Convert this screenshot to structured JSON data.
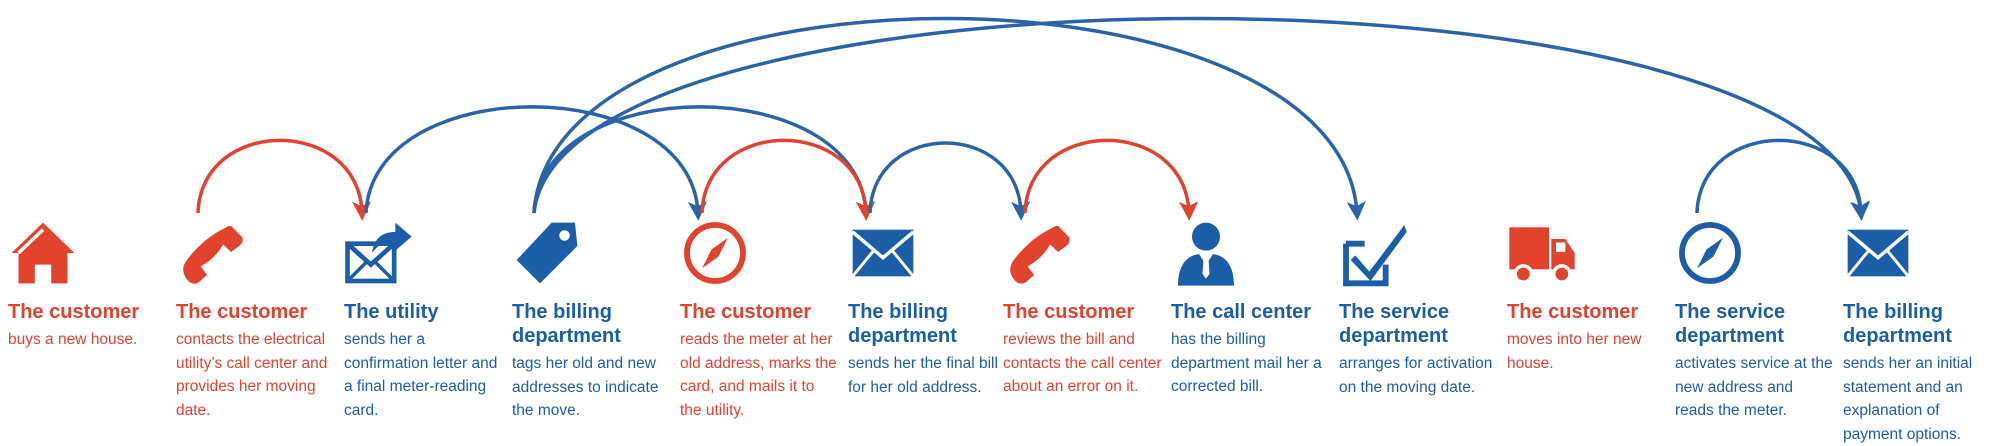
{
  "colors": {
    "red": "#e2432f",
    "blue": "#1c5da8",
    "arrow_red": "#e2432f",
    "arrow_blue": "#2a64a8"
  },
  "steps": [
    {
      "id": 1,
      "color": "red",
      "icon": "house-icon",
      "actor": "The customer",
      "text": "buys a new house."
    },
    {
      "id": 2,
      "color": "red",
      "icon": "phone-icon",
      "actor": "The customer",
      "text": "contacts the electrical utility’s call center and provides her moving date."
    },
    {
      "id": 3,
      "color": "blue",
      "icon": "envelope-send-icon",
      "actor": "The utility",
      "text": "sends her a confirmation letter and a final meter-reading card."
    },
    {
      "id": 4,
      "color": "blue",
      "icon": "tag-icon",
      "actor": "The billing department",
      "text": "tags her old and new addresses to indicate the move."
    },
    {
      "id": 5,
      "color": "red",
      "icon": "compass-icon",
      "actor": "The customer",
      "text": "reads the meter at her old address, marks the card, and mails it to the utility."
    },
    {
      "id": 6,
      "color": "blue",
      "icon": "envelope-icon",
      "actor": "The billing department",
      "text": "sends her the final bill for her old address."
    },
    {
      "id": 7,
      "color": "red",
      "icon": "phone-icon",
      "actor": "The customer",
      "text": "reviews the bill and contacts the call center about an error on it."
    },
    {
      "id": 8,
      "color": "blue",
      "icon": "person-icon",
      "actor": "The call center",
      "text": "has the billing department mail her a corrected bill."
    },
    {
      "id": 9,
      "color": "blue",
      "icon": "checkbox-icon",
      "actor": "The service department",
      "text": "arranges for activation on the moving date."
    },
    {
      "id": 10,
      "color": "red",
      "icon": "truck-icon",
      "actor": "The customer",
      "text": "moves into her new house."
    },
    {
      "id": 11,
      "color": "blue",
      "icon": "compass-icon",
      "actor": "The service department",
      "text": "activates service at the new address and reads the meter."
    },
    {
      "id": 12,
      "color": "blue",
      "icon": "envelope-icon",
      "actor": "The billing department",
      "text": "sends her an initial statement and an explanation of payment options."
    }
  ],
  "connections": [
    {
      "from": 2,
      "to": 3,
      "color": "red"
    },
    {
      "from": 3,
      "to": 5,
      "color": "blue"
    },
    {
      "from": 4,
      "to": 6,
      "color": "blue"
    },
    {
      "from": 4,
      "to": 9,
      "color": "blue"
    },
    {
      "from": 4,
      "to": 12,
      "color": "blue"
    },
    {
      "from": 5,
      "to": 6,
      "color": "red"
    },
    {
      "from": 6,
      "to": 7,
      "color": "blue"
    },
    {
      "from": 7,
      "to": 8,
      "color": "red"
    },
    {
      "from": 11,
      "to": 12,
      "color": "blue"
    }
  ]
}
